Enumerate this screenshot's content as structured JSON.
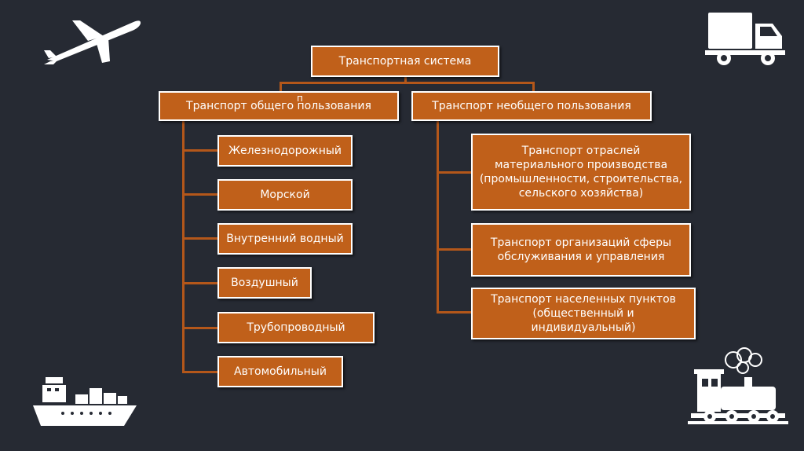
{
  "diagram": {
    "root": "Транспортная система",
    "branches": [
      {
        "label": "Транспорт общего пользования",
        "overlay_mark": "п",
        "items": [
          "Железнодорожный",
          "Морской",
          "Внутренний водный",
          "Воздушный",
          "Трубопроводный",
          "Автомобильный"
        ]
      },
      {
        "label": "Транспорт необщего пользования",
        "items": [
          "Транспорт отраслей\nматериального производства\n(промышленности, строительства,\nсельского хозяйства)",
          "Транспорт организаций сферы\nобслуживания и управления",
          "Транспорт населенных пунктов\n(общественный и\nиндивидуальный)"
        ]
      }
    ]
  },
  "colors": {
    "background": "#262a33",
    "box_fill": "#c0601a",
    "box_border": "#ffffff",
    "connector": "#b4571a",
    "icon": "#ffffff"
  },
  "icons": [
    "airplane-icon",
    "truck-icon",
    "ship-icon",
    "locomotive-icon"
  ]
}
